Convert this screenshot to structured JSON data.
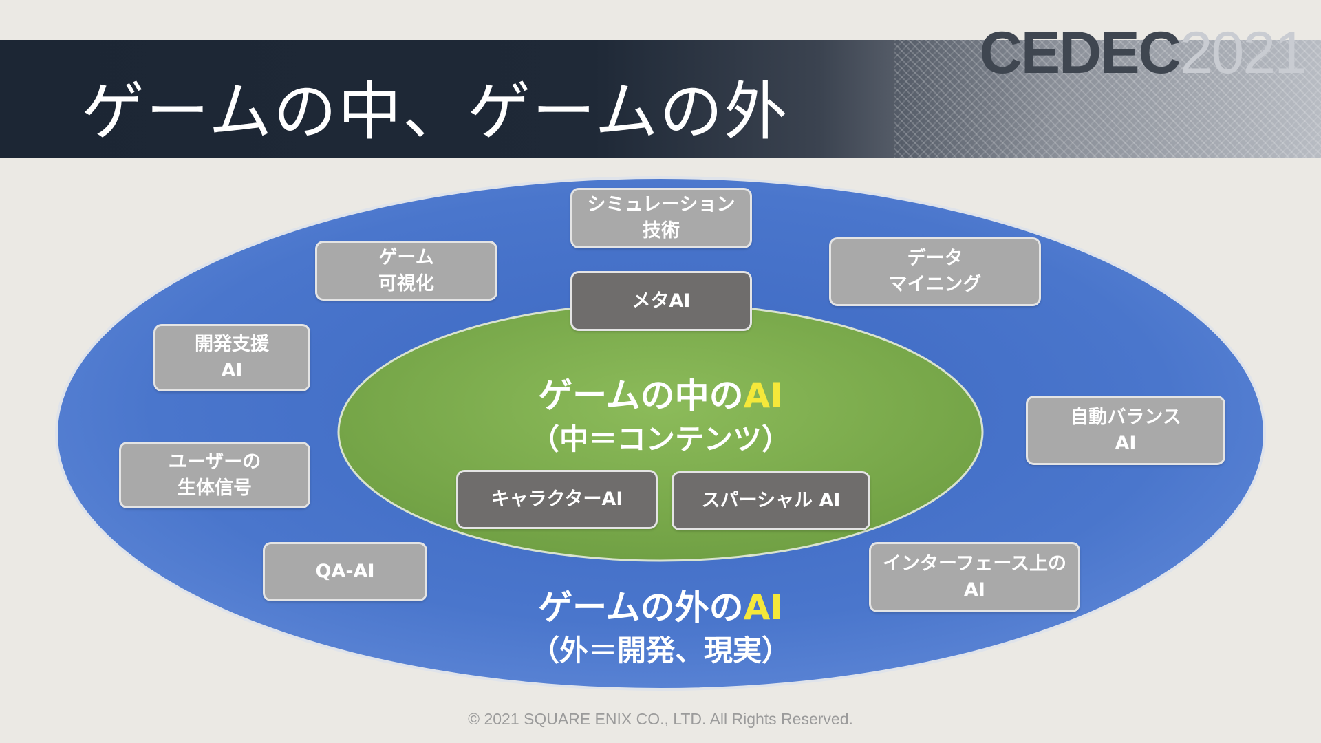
{
  "slide": {
    "title": "ゲームの中、ゲームの外",
    "logo_main": "CEDEC",
    "logo_year": "2021",
    "copyright": "© 2021 SQUARE ENIX CO., LTD. All Rights Reserved."
  },
  "colors": {
    "outer_ellipse": "#4a76cc",
    "inner_ellipse": "#7aa84b",
    "box_light": "#a9a9a9",
    "box_dark": "#6f6d6c",
    "highlight": "#f5e83a"
  },
  "inner": {
    "label_main": "ゲームの中の",
    "label_ai": "AI",
    "label_sub": "（中＝コンテンツ）"
  },
  "outer": {
    "label_main": "ゲームの外の",
    "label_ai": "AI",
    "label_sub": "（外＝開発、現実）"
  },
  "boxes": {
    "simulation": "シミュレーション\n技術",
    "game_visualization": "ゲーム\n可視化",
    "data_mining": "データ\nマイニング",
    "meta_ai": "メタAI",
    "dev_support": "開発支援\nAI",
    "auto_balance": "自動バランス\nAI",
    "user_biosignal": "ユーザーの\n生体信号",
    "character_ai": "キャラクターAI",
    "spatial_ai": "スパーシャル AI",
    "qa_ai": "QA-AI",
    "interface_ai": "インターフェース上の\nAI"
  }
}
